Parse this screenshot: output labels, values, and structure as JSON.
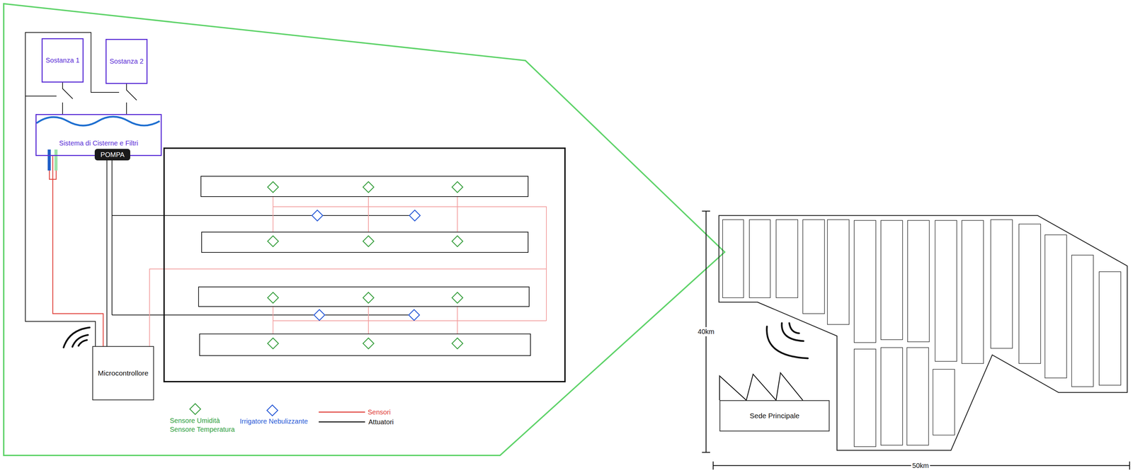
{
  "diagram": {
    "nodes": [
      {
        "text": [
          "Sostanza 1"
        ]
      },
      {
        "text": [
          "Sostanza 2"
        ]
      },
      {
        "text": [
          "Sistema di Cisterne e Filtri"
        ]
      },
      {
        "text": [
          "POMPA"
        ]
      },
      {
        "text": [
          "Microcontrollore"
        ]
      },
      {
        "text": [
          "Sede Principale"
        ]
      }
    ],
    "edges": [
      {
        "from": 0,
        "to": 2,
        "arrow": "none"
      },
      {
        "from": 1,
        "to": 2,
        "arrow": "none"
      },
      {
        "from": 2,
        "to": 4,
        "arrow": "none"
      },
      {
        "from": 3,
        "to": 4,
        "arrow": "none"
      }
    ],
    "labels": [
      "40km",
      "50km"
    ],
    "legend": [
      {
        "text": "Sensore Umidità Sensore Temperatura"
      },
      {
        "text": "Irrigatore Nebulizzante"
      },
      {
        "text": "Sensori"
      },
      {
        "text": "Attuatori"
      }
    ]
  }
}
